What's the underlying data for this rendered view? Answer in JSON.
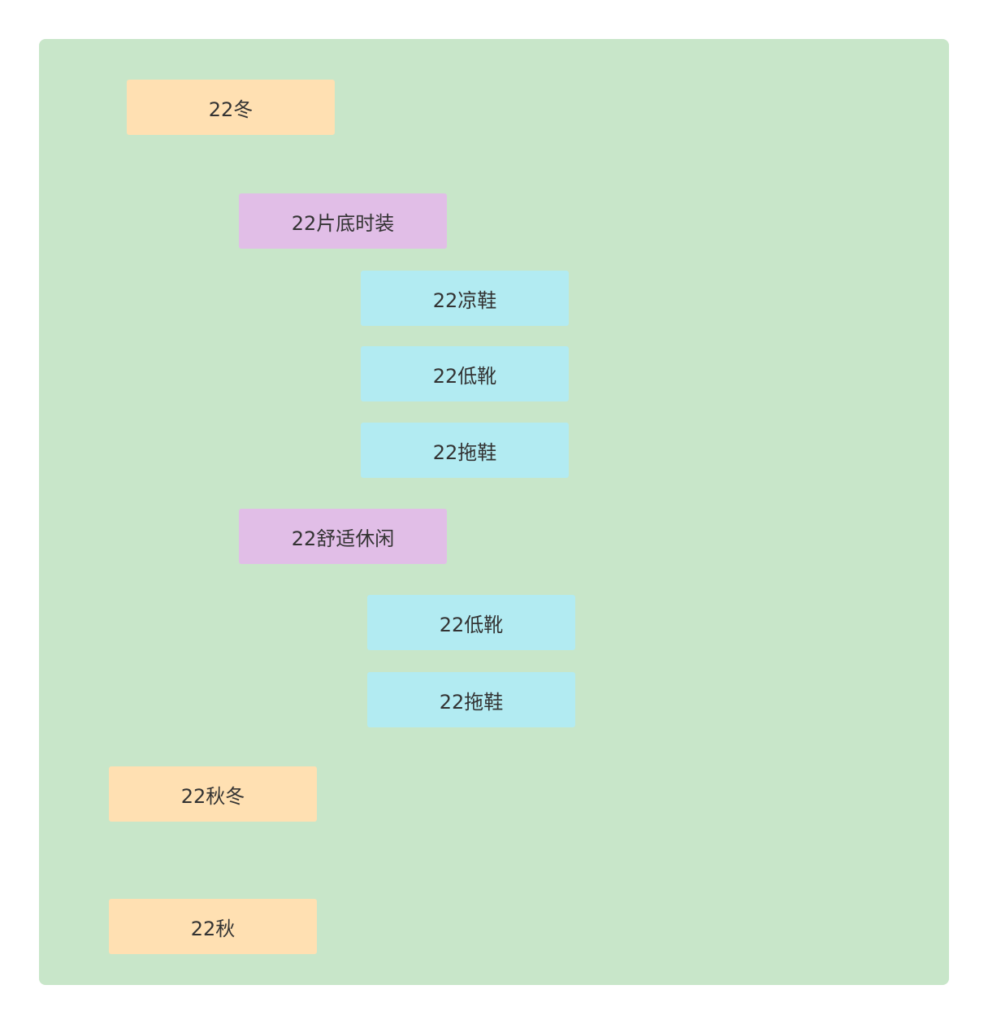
{
  "colors": {
    "background": "#c8e6c9",
    "level1": "#ffe0b2",
    "level2": "#e1bee7",
    "level3": "#b2ebf2"
  },
  "nodes": [
    {
      "label": "22冬",
      "level": 1
    },
    {
      "label": "22片底时装",
      "level": 2
    },
    {
      "label": "22凉鞋",
      "level": 3
    },
    {
      "label": "22低靴",
      "level": 3
    },
    {
      "label": "22拖鞋",
      "level": 3
    },
    {
      "label": "22舒适休闲",
      "level": 2
    },
    {
      "label": "22低靴",
      "level": 3
    },
    {
      "label": "22拖鞋",
      "level": 3
    },
    {
      "label": "22秋冬",
      "level": 1
    },
    {
      "label": "22秋",
      "level": 1
    }
  ]
}
